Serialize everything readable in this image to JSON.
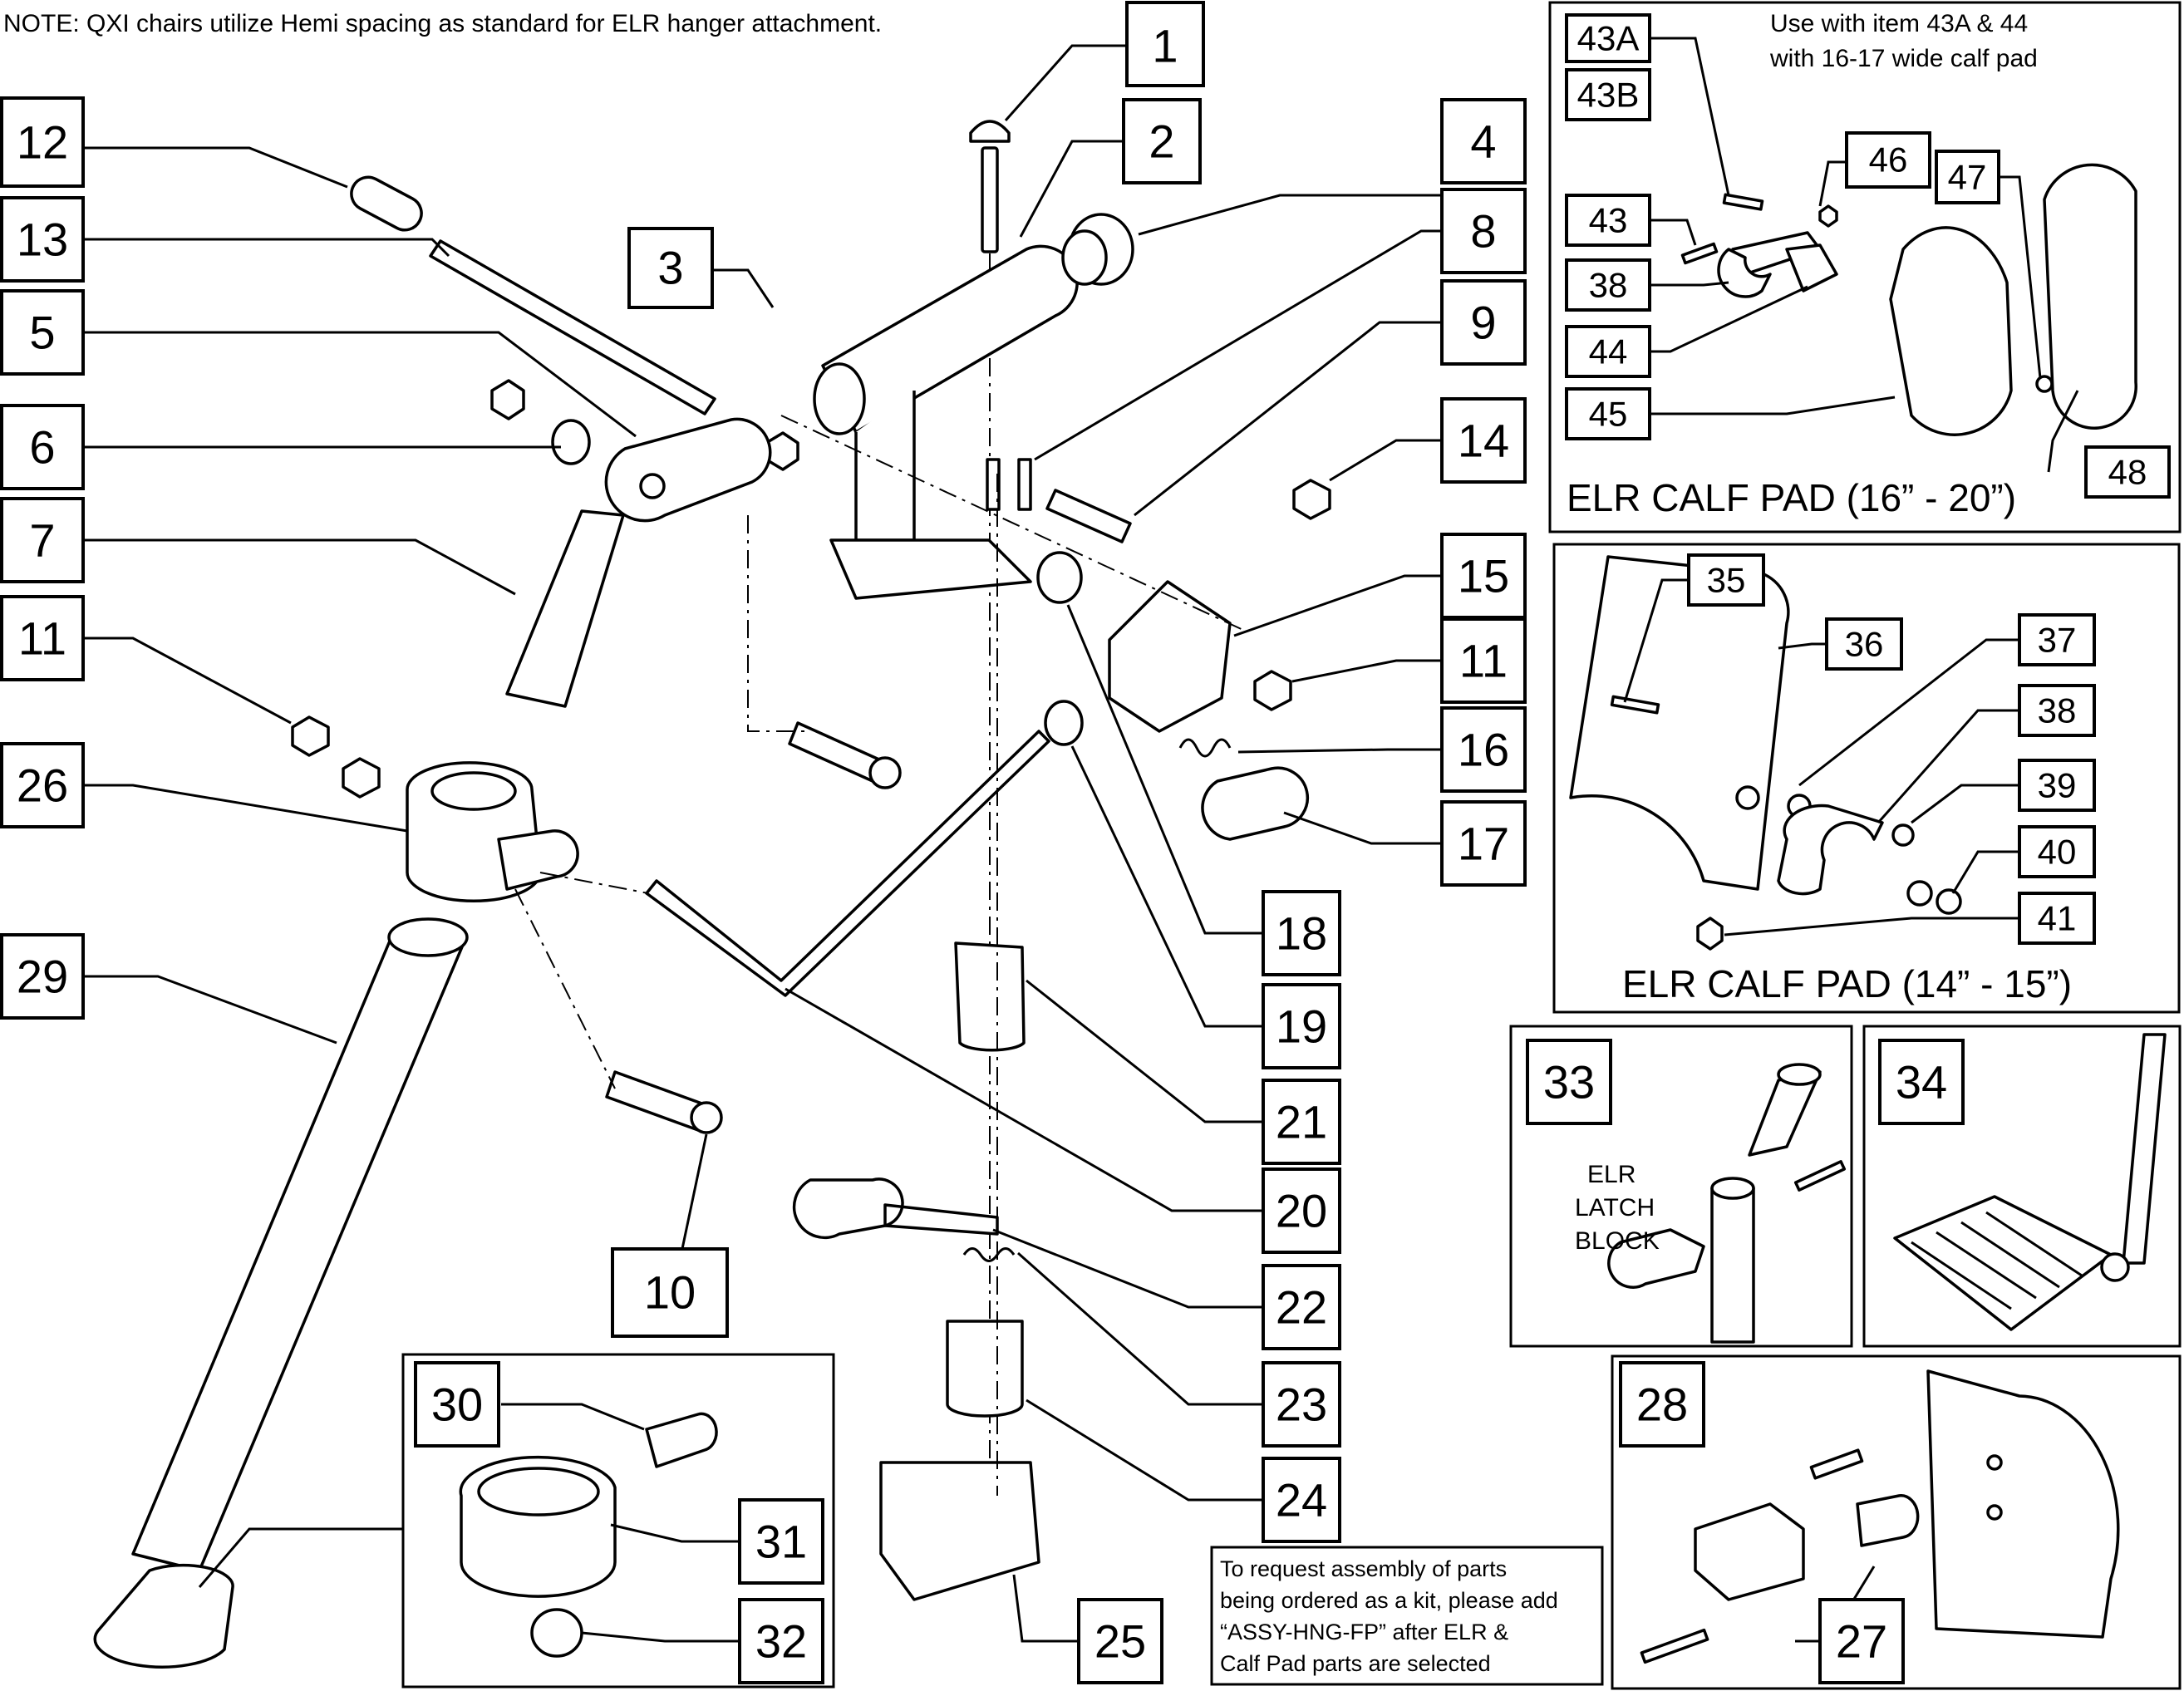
{
  "note": "NOTE: QXI chairs utilize Hemi spacing as standard for ELR hanger attachment.",
  "callouts": [
    "1",
    "2",
    "3",
    "4",
    "5",
    "6",
    "7",
    "8",
    "9",
    "10",
    "11",
    "11",
    "12",
    "13",
    "14",
    "15",
    "16",
    "17",
    "18",
    "19",
    "20",
    "21",
    "22",
    "23",
    "24",
    "25",
    "26",
    "29",
    "30",
    "31",
    "32"
  ],
  "inset_calf_pad_large": {
    "callouts": [
      "43A",
      "43B",
      "46",
      "43",
      "38",
      "44",
      "45",
      "47",
      "48"
    ],
    "note_line1": "Use with item 43A & 44",
    "note_line2": "with 16-17 wide calf pad",
    "caption": "ELR CALF PAD (16” - 20”)"
  },
  "inset_calf_pad_small": {
    "callouts": [
      "35",
      "36",
      "37",
      "38",
      "39",
      "40",
      "41"
    ],
    "caption": "ELR CALF PAD (14” - 15”)"
  },
  "inset_latch_block": {
    "callout": "33",
    "label_line1": "ELR",
    "label_line2": "LATCH",
    "label_line3": "BLOCK"
  },
  "inset_footplate": {
    "callout": "34"
  },
  "inset_calf_hardware": {
    "callouts": [
      "28",
      "27"
    ]
  },
  "kit_note": {
    "line1": "To request assembly of parts",
    "line2": "being ordered as a kit, please add",
    "line3": "“ASSY-HNG-FP” after ELR &",
    "line4": "Calf Pad parts are selected"
  }
}
